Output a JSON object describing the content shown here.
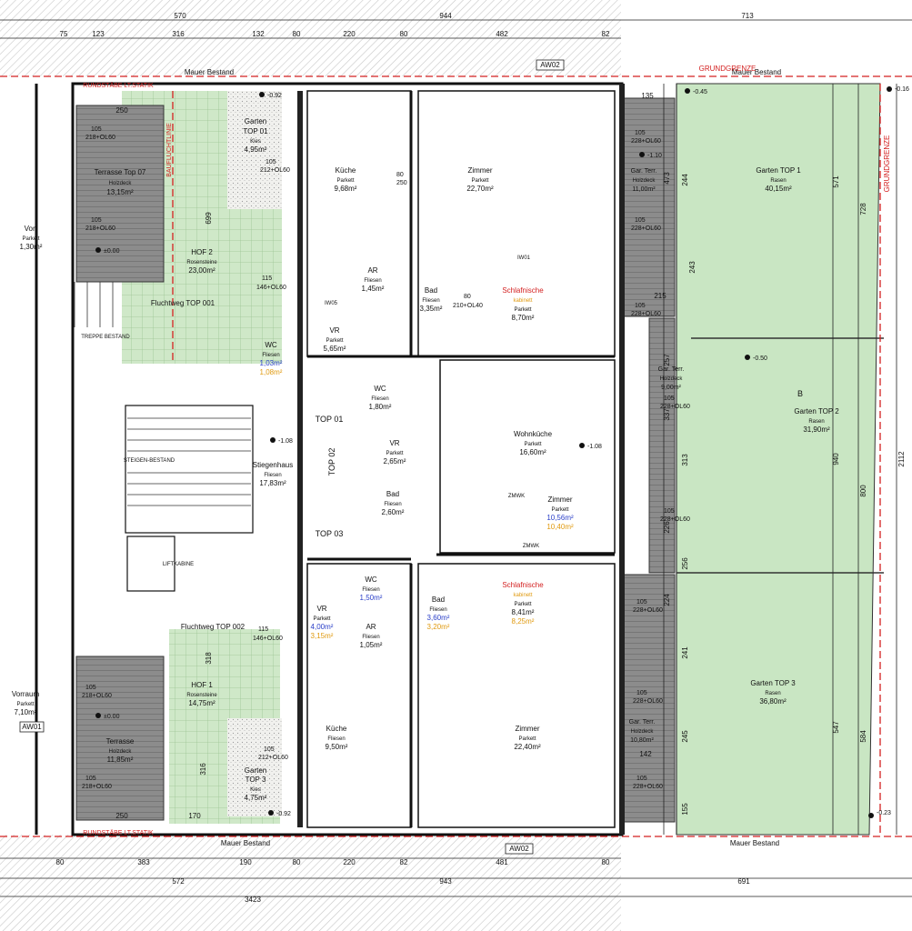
{
  "dims_top": {
    "overall": [
      "570",
      "944",
      "713"
    ],
    "parts": [
      "75",
      "123",
      "316",
      "132",
      "80",
      "220",
      "80",
      "482",
      "82"
    ]
  },
  "dims_bottom": {
    "parts": [
      "80",
      "383",
      "190",
      "80",
      "220",
      "82",
      "481",
      "80"
    ],
    "overall": [
      "572",
      "943",
      "691"
    ],
    "total": "3423"
  },
  "labels": {
    "mauer_bestand": "Mauer Bestand",
    "aw02": "AW02",
    "aw01": "AW01",
    "grundgrenze": "GRUNDGRENZE",
    "rundstabe": "RUNDSTÄBE  LT.STATIK",
    "baufluchtlinie": "BAUFLUCHTLINIE",
    "top01": "TOP  01",
    "top02": "TOP  02",
    "top03": "TOP  03",
    "fluchtweg_top001": "Fluchtweg TOP 001",
    "fluchtweg_top002": "Fluchtweg TOP 002",
    "steigen_bestand": "STEIGEN-BESTAND",
    "treppe_bestand": "TREPPE BESTAND",
    "liftkabine": "LIFTKABINE",
    "zmwk": "ZMWK",
    "iw01": "IW01",
    "iw05": "IW05",
    "b": "B"
  },
  "rooms": {
    "terrasse07": {
      "name": "Terrasse Top 07",
      "mat": "Holzdeck",
      "area": "13,15m²"
    },
    "hof2": {
      "name": "HOF 2",
      "mat": "Rosensteine",
      "area": "23,00m²"
    },
    "garten01": {
      "name": "Garten",
      "sub": "TOP 01",
      "mat": "Kies",
      "area": "4,95m²"
    },
    "kueche1": {
      "name": "Küche",
      "mat": "Parkett",
      "area": "9,68m²"
    },
    "zimmer1": {
      "name": "Zimmer",
      "mat": "Parkett",
      "area": "22,70m²"
    },
    "garterr1": {
      "name": "Gar. Terr.",
      "mat": "Holzdeck",
      "area": "11,00m²"
    },
    "gartentop1": {
      "name": "Garten TOP 1",
      "mat": "Rasen",
      "area": "40,15m²"
    },
    "schlafnische1": {
      "name": "Schlafnische",
      "sub": "kabinett",
      "mat": "Parkett",
      "area": "8,70m²"
    },
    "bad1": {
      "name": "Bad",
      "mat": "Fliesen",
      "area": "3,35m²"
    },
    "ar1": {
      "name": "AR",
      "mat": "Fliesen",
      "area": "1,45m²"
    },
    "vr1": {
      "name": "VR",
      "mat": "Parkett",
      "area": "5,65m²"
    },
    "wc1": {
      "name": "WC",
      "mat": "Fliesen",
      "area": "1,03m²",
      "area2": "1,08m²"
    },
    "vorr": {
      "name": "Vorr",
      "mat": "Parkett",
      "area": "1,30m²"
    },
    "steigenhaus": {
      "name": "Stiegenhaus",
      "mat": "Fliesen",
      "area": "17,83m²"
    },
    "wc2": {
      "name": "WC",
      "mat": "Fliesen",
      "area": "1,80m²"
    },
    "vr2": {
      "name": "VR",
      "mat": "Parkett",
      "area": "2,65m²"
    },
    "bad2": {
      "name": "Bad",
      "mat": "Fliesen",
      "area": "2,60m²"
    },
    "wohnkueche": {
      "name": "Wohnküche",
      "mat": "Parkett",
      "area": "16,60m²"
    },
    "zimmer2": {
      "name": "Zimmer",
      "mat": "Parkett",
      "area": "10,56m²",
      "area2": "10,40m²"
    },
    "garterr2": {
      "name": "Gar. Terr.",
      "mat": "Holzdeck",
      "area": "9,00m²"
    },
    "gartentop2": {
      "name": "Garten TOP 2",
      "mat": "Rasen",
      "area": "31,90m²"
    },
    "schlafnische3": {
      "name": "Schlafnische",
      "sub": "kabinett",
      "mat": "Parkett",
      "area": "8,41m²",
      "area2": "8,25m²"
    },
    "bad3": {
      "name": "Bad",
      "mat": "Fliesen",
      "area": "3,60m²",
      "area2": "3,20m²"
    },
    "wc3": {
      "name": "WC",
      "mat": "Fliesen",
      "area": "1,50m²"
    },
    "vr3": {
      "name": "VR",
      "mat": "Parkett",
      "area": "4,00m²",
      "area2": "3,15m²"
    },
    "ar3": {
      "name": "AR",
      "mat": "Fliesen",
      "area": "1,05m²"
    },
    "hof1": {
      "name": "HOF 1",
      "mat": "Rosensteine",
      "area": "14,75m²"
    },
    "vorraum": {
      "name": "Vorraum",
      "mat": "Parkett",
      "area": "7,10m²"
    },
    "terrasse": {
      "name": "Terrasse",
      "mat": "Holzdeck",
      "area": "11,85m²"
    },
    "kueche3": {
      "name": "Küche",
      "mat": "Fliesen",
      "area": "9,50m²"
    },
    "zimmer3": {
      "name": "Zimmer",
      "mat": "Parkett",
      "area": "22,40m²"
    },
    "garten03": {
      "name": "Garten",
      "sub": "TOP 3",
      "mat": "Kies",
      "area": "4,75m²"
    },
    "garterr3": {
      "name": "Gar. Terr.",
      "mat": "Holzdeck",
      "area": "10,80m²"
    },
    "gartentop3": {
      "name": "Garten TOP 3",
      "mat": "Rasen",
      "area": "36,80m²"
    }
  },
  "openings": {
    "w1": "105",
    "w1b": "218+OL60",
    "w2": "105",
    "w2b": "212+OL60",
    "w3": "105",
    "w3b": "228+OL60",
    "w4": "115",
    "w4b": "146+OL60",
    "w5": "80",
    "w5b": "250",
    "w6": "80",
    "w6b": "210+OL40"
  },
  "levels": {
    "l1": "±0.00",
    "l2": "-0.92",
    "l3": "-0.45",
    "l4": "-0.16",
    "l5": "-1.10",
    "l6": "-0.50",
    "l7": "-1.08",
    "l8": "-1.08",
    "l9": "±0.00",
    "l10": "-0.92",
    "l11": "-0.23"
  },
  "side_dims": {
    "right_outer": "2112",
    "right_inner": [
      "728",
      "940",
      "800",
      "584"
    ],
    "right_mid": [
      "571",
      "547"
    ],
    "terr_col": [
      "473",
      "244",
      "243",
      "257",
      "337",
      "313",
      "226",
      "256",
      "224",
      "241",
      "245",
      "155"
    ],
    "misc": [
      "135",
      "215",
      "142",
      "250",
      "250",
      "170",
      "699",
      "318",
      "316"
    ]
  },
  "colors": {
    "green_garden": "#c9e6c3",
    "green_hof": "#cfe8c8",
    "grey_deck": "#8a8a8a",
    "hatch": "#9a9a9a",
    "red_line": "#d32020"
  }
}
